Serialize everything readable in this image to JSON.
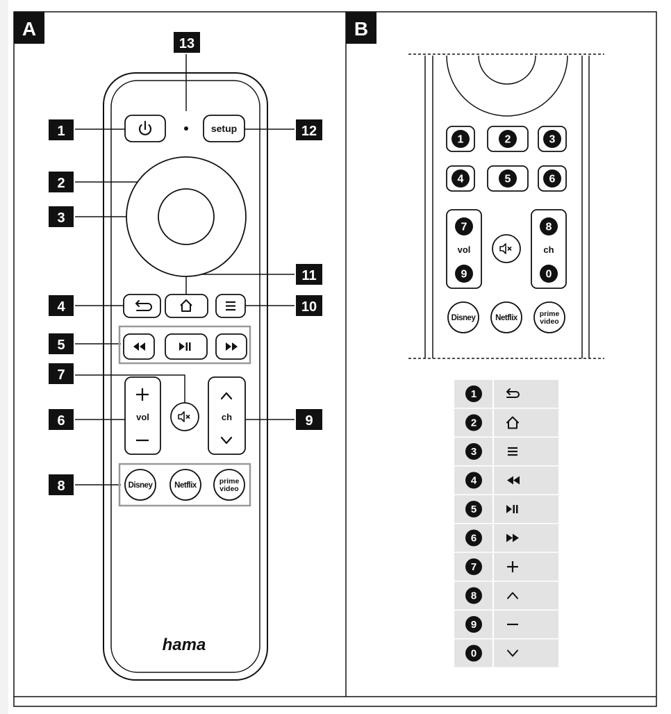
{
  "panels": {
    "a_label": "A",
    "b_label": "B"
  },
  "callouts": {
    "c1": "1",
    "c2": "2",
    "c3": "3",
    "c4": "4",
    "c5": "5",
    "c6": "6",
    "c7": "7",
    "c8": "8",
    "c9": "9",
    "c10": "10",
    "c11": "11",
    "c12": "12",
    "c13": "13"
  },
  "remote": {
    "setup_label": "setup",
    "vol_label": "vol",
    "ch_label": "ch",
    "disney_label": "Disney",
    "netflix_label": "Netflix",
    "prime_line1": "prime",
    "prime_line2": "video",
    "brand": "hama",
    "icons": {
      "power": "power-icon",
      "back": "back-icon",
      "home": "home-icon",
      "menu": "menu-icon",
      "rewind": "rewind-icon",
      "play_pause": "play-pause-icon",
      "fast_forward": "fast-forward-icon",
      "plus": "plus-icon",
      "minus": "minus-icon",
      "mute": "mute-icon",
      "ch_up": "chevron-up-icon",
      "ch_down": "chevron-down-icon"
    }
  },
  "keypad": {
    "digits": [
      "1",
      "2",
      "3",
      "4",
      "5",
      "6",
      "7",
      "8",
      "9",
      "0"
    ],
    "vol_label": "vol",
    "ch_label": "ch",
    "disney_label": "Disney",
    "netflix_label": "Netflix",
    "prime_line1": "prime",
    "prime_line2": "video"
  },
  "legend": {
    "rows": [
      {
        "digit": "1",
        "icon": "back-icon"
      },
      {
        "digit": "2",
        "icon": "home-icon"
      },
      {
        "digit": "3",
        "icon": "menu-icon"
      },
      {
        "digit": "4",
        "icon": "rewind-icon"
      },
      {
        "digit": "5",
        "icon": "play-pause-icon"
      },
      {
        "digit": "6",
        "icon": "fast-forward-icon"
      },
      {
        "digit": "7",
        "icon": "plus-icon"
      },
      {
        "digit": "8",
        "icon": "chevron-up-icon"
      },
      {
        "digit": "9",
        "icon": "minus-icon"
      },
      {
        "digit": "0",
        "icon": "chevron-down-icon"
      }
    ]
  },
  "colors": {
    "ink": "#111111",
    "legend_bg": "#e3e3e3",
    "paper": "#ffffff"
  }
}
